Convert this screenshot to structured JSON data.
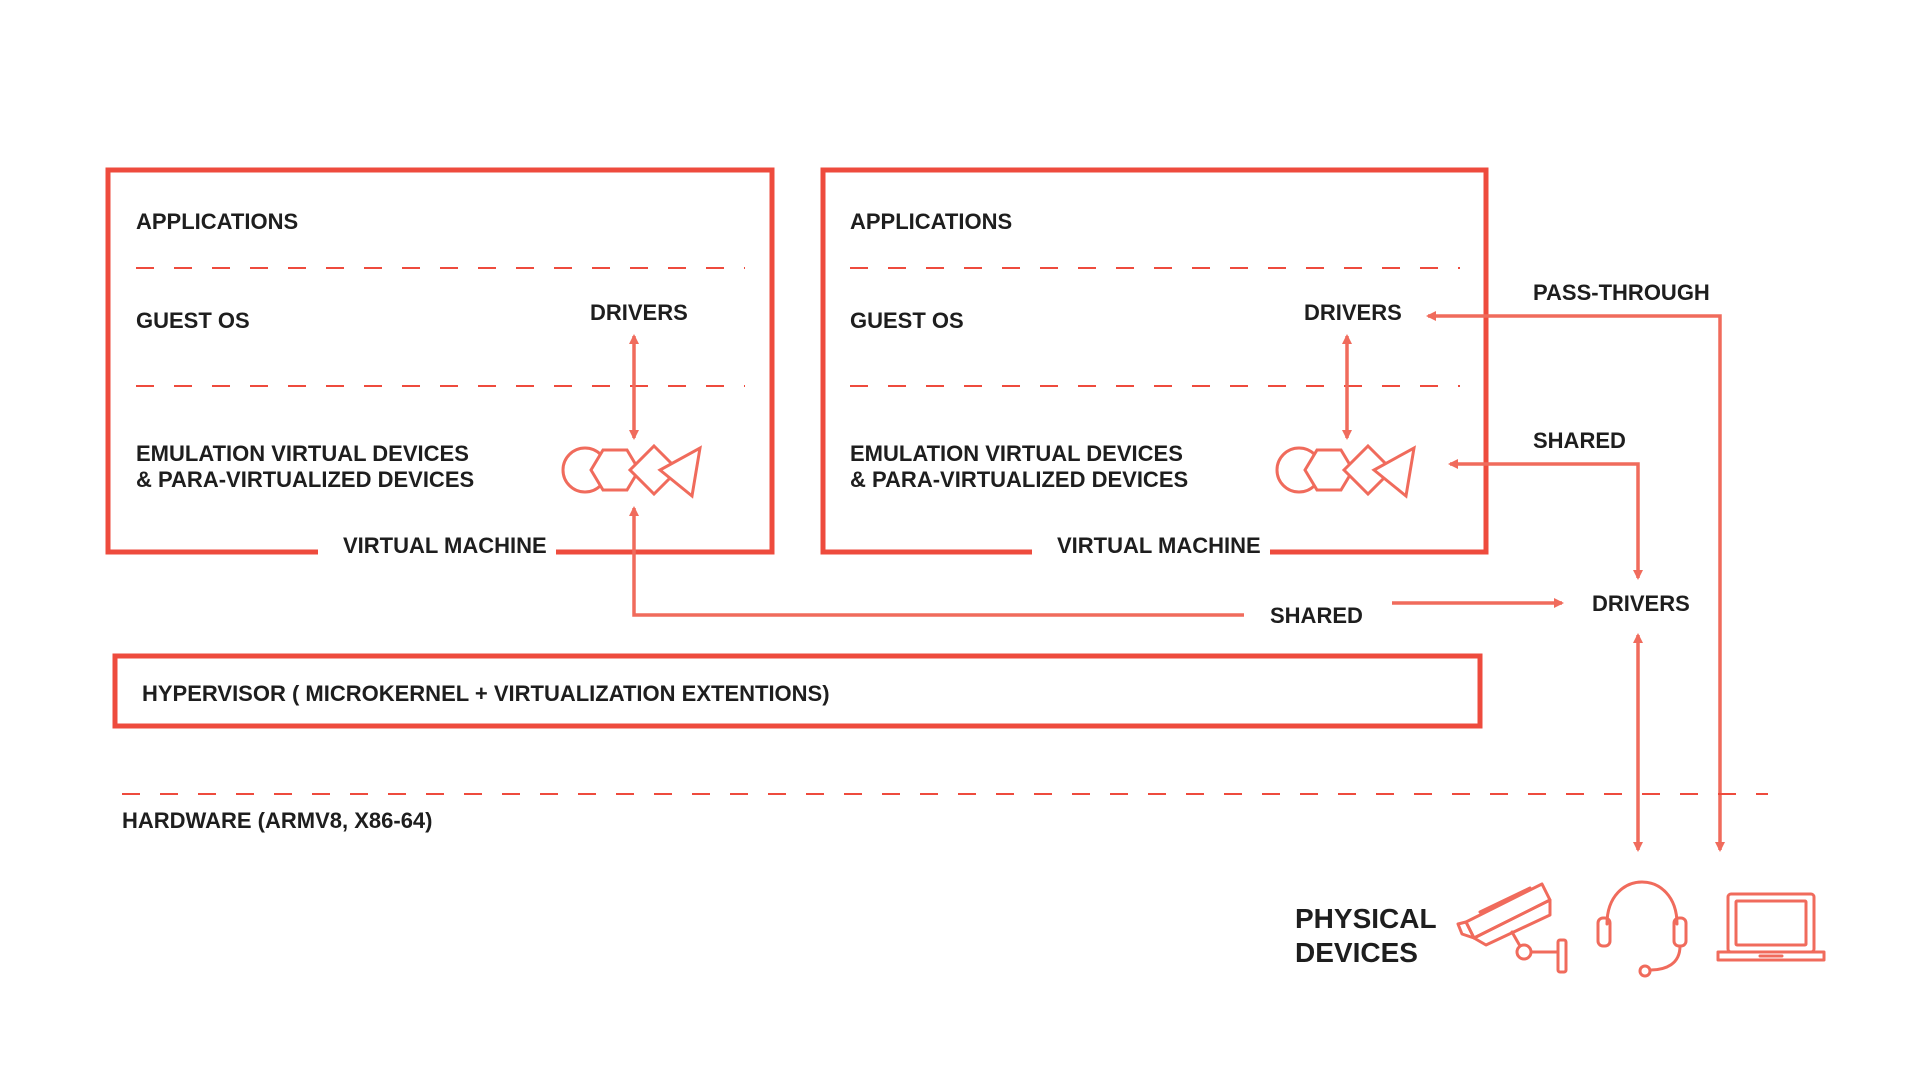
{
  "colors": {
    "accent": "#ee4b3d",
    "connector": "#f06b5c",
    "text": "#1e1e1e"
  },
  "vm_left": {
    "applications": "APPLICATIONS",
    "guest_os": "GUEST OS",
    "drivers": "DRIVERS",
    "emulation_line1": "EMULATION VIRTUAL DEVICES",
    "emulation_line2": "& PARA-VIRTUALIZED DEVICES",
    "title": "VIRTUAL MACHINE"
  },
  "vm_right": {
    "applications": "APPLICATIONS",
    "guest_os": "GUEST OS",
    "drivers": "DRIVERS",
    "emulation_line1": "EMULATION VIRTUAL DEVICES",
    "emulation_line2": "& PARA-VIRTUALIZED DEVICES",
    "title": "VIRTUAL MACHINE"
  },
  "connections": {
    "pass_through": "PASS-THROUGH",
    "shared_right": "SHARED",
    "shared_bottom": "SHARED",
    "host_drivers": "DRIVERS"
  },
  "hypervisor": {
    "label": "HYPERVISOR ( MICROKERNEL + VIRTUALIZATION EXTENTIONS)"
  },
  "hardware": {
    "label": "HARDWARE (ARMV8, X86-64)"
  },
  "physical_devices": {
    "line1": "PHYSICAL",
    "line2": "DEVICES",
    "icons": [
      "security-camera-icon",
      "headset-icon",
      "laptop-icon"
    ]
  }
}
